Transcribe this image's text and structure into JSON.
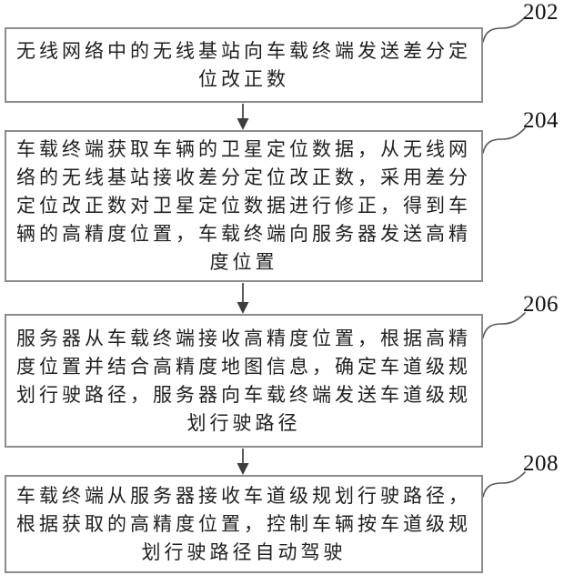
{
  "figure": {
    "type": "flowchart",
    "orientation": "vertical",
    "colors": {
      "background": "#ffffff",
      "box_border": "#8c8c8c",
      "text": "#1f1f1f",
      "connector": "#3d3d3d",
      "leader_line": "#5a5a5a"
    },
    "steps": [
      {
        "ref": "202",
        "text": "无线网络中的无线基站向车载终端发送差分定\n位改正数"
      },
      {
        "ref": "204",
        "text": "车载终端获取车辆的卫星定位数据，从无线网\n络的无线基站接收差分定位改正数，采用差分\n定位改正数对卫星定位数据进行修正，得到车\n辆的高精度位置，车载终端向服务器发送高精\n度位置"
      },
      {
        "ref": "206",
        "text": "服务器从车载终端接收高精度位置，根据高精\n度位置并结合高精度地图信息，确定车道级规\n划行驶路径，服务器向车载终端发送车道级规\n划行驶路径"
      },
      {
        "ref": "208",
        "text": "车载终端从服务器接收车道级规划行驶路径，\n根据获取的高精度位置，控制车辆按车道级规\n划行驶路径自动驾驶"
      }
    ],
    "connections": [
      {
        "from": "202",
        "to": "204"
      },
      {
        "from": "204",
        "to": "206"
      },
      {
        "from": "206",
        "to": "208"
      }
    ]
  }
}
